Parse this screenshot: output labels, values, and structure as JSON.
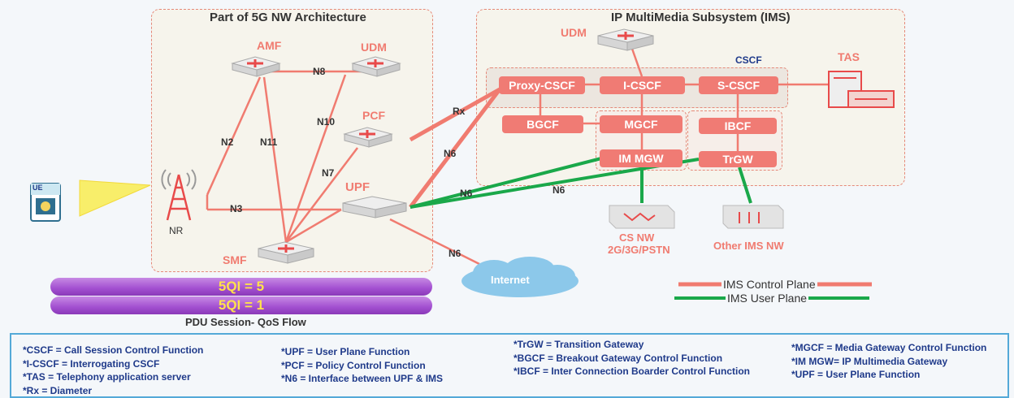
{
  "regions": {
    "nw_title": "Part of 5G NW Architecture",
    "ims_title": "IP MultiMedia Subsystem (IMS)",
    "cscf_label": "CSCF"
  },
  "nodes": {
    "amf": "AMF",
    "udm": "UDM",
    "pcf": "PCF",
    "upf": "UPF",
    "smf": "SMF",
    "nr": "NR",
    "ue": "UE",
    "ims_udm": "UDM",
    "tas": "TAS",
    "cs_nw": "CS NW",
    "cs_nw_sub": "2G/3G/PSTN",
    "other_ims": "Other IMS NW",
    "internet": "Internet"
  },
  "functions": {
    "proxy_cscf": "Proxy-CSCF",
    "i_cscf": "I-CSCF",
    "s_cscf": "S-CSCF",
    "bgcf": "BGCF",
    "mgcf": "MGCF",
    "im_mgw": "IM MGW",
    "ibcf": "IBCF",
    "trgw": "TrGW"
  },
  "interfaces": {
    "n8": "N8",
    "n2": "N2",
    "n11": "N11",
    "n10": "N10",
    "n7": "N7",
    "n3": "N3",
    "rx": "Rx",
    "n6_a": "N6",
    "n6_b": "N6",
    "n6_c": "N6",
    "n6_d": "N6"
  },
  "qos": {
    "flow1": "5QI = 5",
    "flow2": "5QI = 1",
    "caption": "PDU Session- QoS Flow"
  },
  "planes": {
    "control": "IMS Control Plane",
    "user": "IMS User Plane",
    "control_color": "#f07b70",
    "user_color": "#1aa84a"
  },
  "legend": {
    "col1": [
      "*CSCF = Call Session Control Function",
      "*I-CSCF = Interrogating CSCF",
      "*TAS = Telephony application server",
      "*Rx = Diameter"
    ],
    "col2": [
      "*UPF = User Plane Function",
      "*PCF = Policy Control Function",
      "*N6 = Interface between UPF & IMS"
    ],
    "col3": [
      "*TrGW = Transition Gateway",
      "*BGCF = Breakout Gateway Control Function",
      "*IBCF = Inter Connection Boarder Control Function"
    ],
    "col4": [
      "*MGCF = Media Gateway Control Function",
      "*IM MGW= IP Multimedia Gateway",
      "*UPF = User Plane Function"
    ]
  }
}
